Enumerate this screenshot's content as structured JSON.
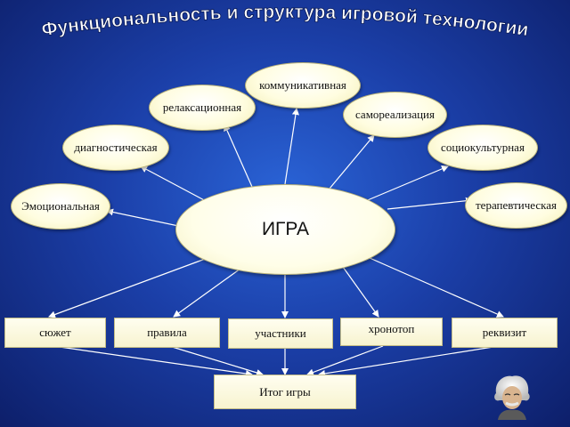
{
  "title": "Функциональность и структура игровой технологии",
  "center": "ИГРА",
  "functions": {
    "kommunikativnaya": "коммуникативная",
    "relaksatsionnaya": "релаксационная",
    "samorealizatsiya": "самореализация",
    "diagnosticheskaya": "диагностическая",
    "sotsiokulturnaya": "социокультурная",
    "emotsionalnaya": "Эмоциональная",
    "terapevticheskaya": "терапевтическая"
  },
  "structure": {
    "syuzhet": "сюжет",
    "pravila": "правила",
    "uchastniki": "участники",
    "khronotop": "хронотоп",
    "rekvizit": "реквизит"
  },
  "result": "Итог игры"
}
